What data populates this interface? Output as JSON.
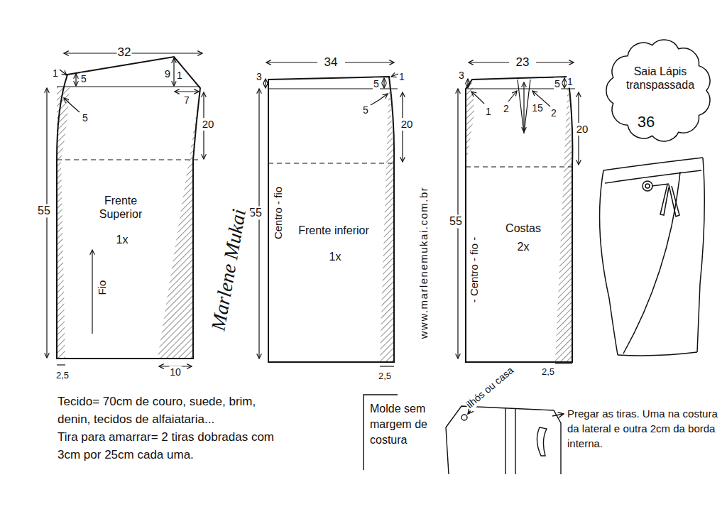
{
  "diagram": {
    "nodes": [
      {
        "text": [
          "Frente Superior",
          "1x",
          "Fio"
        ]
      },
      {
        "text": [
          "Frente inferior",
          "1x",
          "Centro - fio"
        ]
      },
      {
        "text": [
          "Costas",
          "2x",
          "- Centro - fio -"
        ]
      },
      {
        "text": [
          "Saia Lápis transpassada",
          "36"
        ]
      }
    ],
    "labels": [
      "32",
      "1",
      "5",
      "9",
      "1",
      "7",
      "5",
      "20",
      "55",
      "2,5",
      "10",
      "34",
      "3",
      "5",
      "1",
      "5",
      "20",
      "55",
      "2,5",
      "23",
      "3",
      "1",
      "2",
      "15",
      "2",
      "5",
      "1",
      "20",
      "55",
      "2,5",
      "www.marlenemukai.com.br",
      "Marlene Mukai",
      "Tecido= 70cm de couro, suede, brim, denin, tecidos de alfaiataria...",
      "Tira para amarrar= 2 tiras dobradas com 3cm por 25cm cada uma.",
      "Molde sem margem de costura",
      "ilhós ou casa",
      "Pregar as tiras. Uma na costura da lateral e outra 2cm da borda interna."
    ]
  }
}
